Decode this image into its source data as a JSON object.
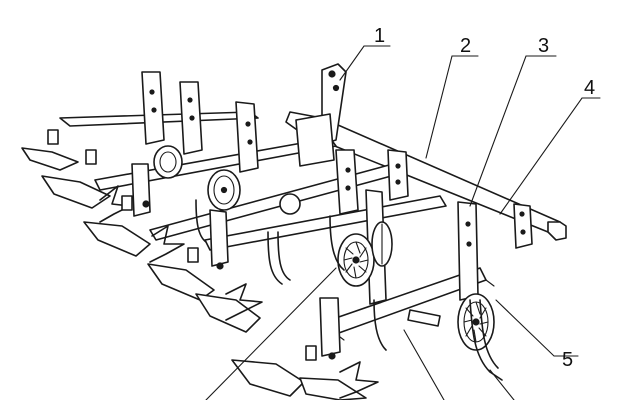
{
  "figure": {
    "callouts": [
      {
        "id": "1",
        "label": "1"
      },
      {
        "id": "2",
        "label": "2"
      },
      {
        "id": "3",
        "label": "3"
      },
      {
        "id": "4",
        "label": "4"
      },
      {
        "id": "5",
        "label": "5"
      }
    ]
  },
  "colors": {
    "ink": "#1a1a1a",
    "background": "#ffffff"
  }
}
